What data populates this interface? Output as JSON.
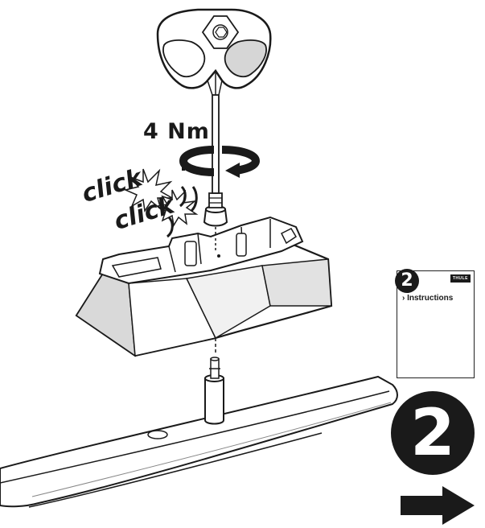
{
  "torque": {
    "value_label": "4 Nm"
  },
  "sound_effects": [
    "click",
    "click"
  ],
  "reference_card": {
    "step_number": "2",
    "brand": "THULE",
    "title": "› Instructions"
  },
  "next_step": {
    "number": "2"
  },
  "icons": {
    "tool": "torque-key-icon",
    "rotation": "clockwise-rotation-arrow-icon",
    "next": "right-arrow-icon",
    "click_burst": "burst-star-icon"
  },
  "colors": {
    "ink": "#1a1a1a",
    "part_fill": "#ffffff",
    "shade": "#555555"
  }
}
